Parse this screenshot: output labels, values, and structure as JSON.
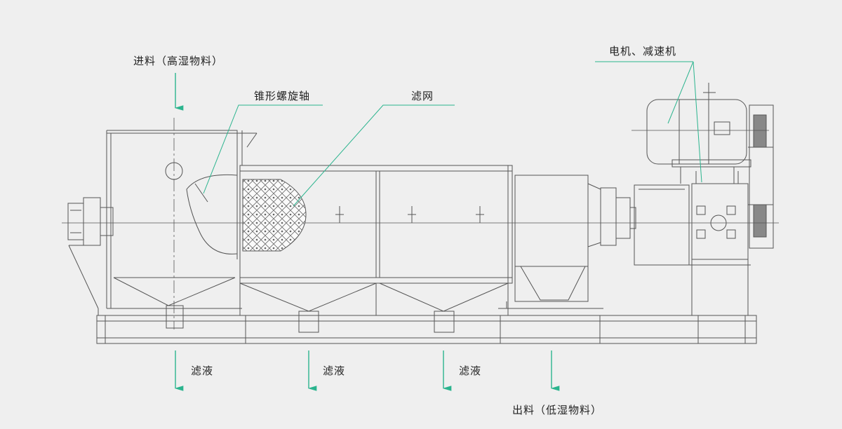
{
  "labels": {
    "inlet": "进料（高湿物料）",
    "screw_shaft": "锥形螺旋轴",
    "filter_screen": "滤网",
    "motor_reducer": "电机、减速机",
    "filtrate_1": "滤液",
    "filtrate_2": "滤液",
    "filtrate_3": "滤液",
    "outlet": "出料（低湿物料）"
  },
  "colors": {
    "background": "#efefef",
    "line": "#555555",
    "leader": "#2bb48e",
    "arrow": "#2bb48e",
    "text": "#222222"
  },
  "icons": [
    "flow-arrow-icon"
  ]
}
